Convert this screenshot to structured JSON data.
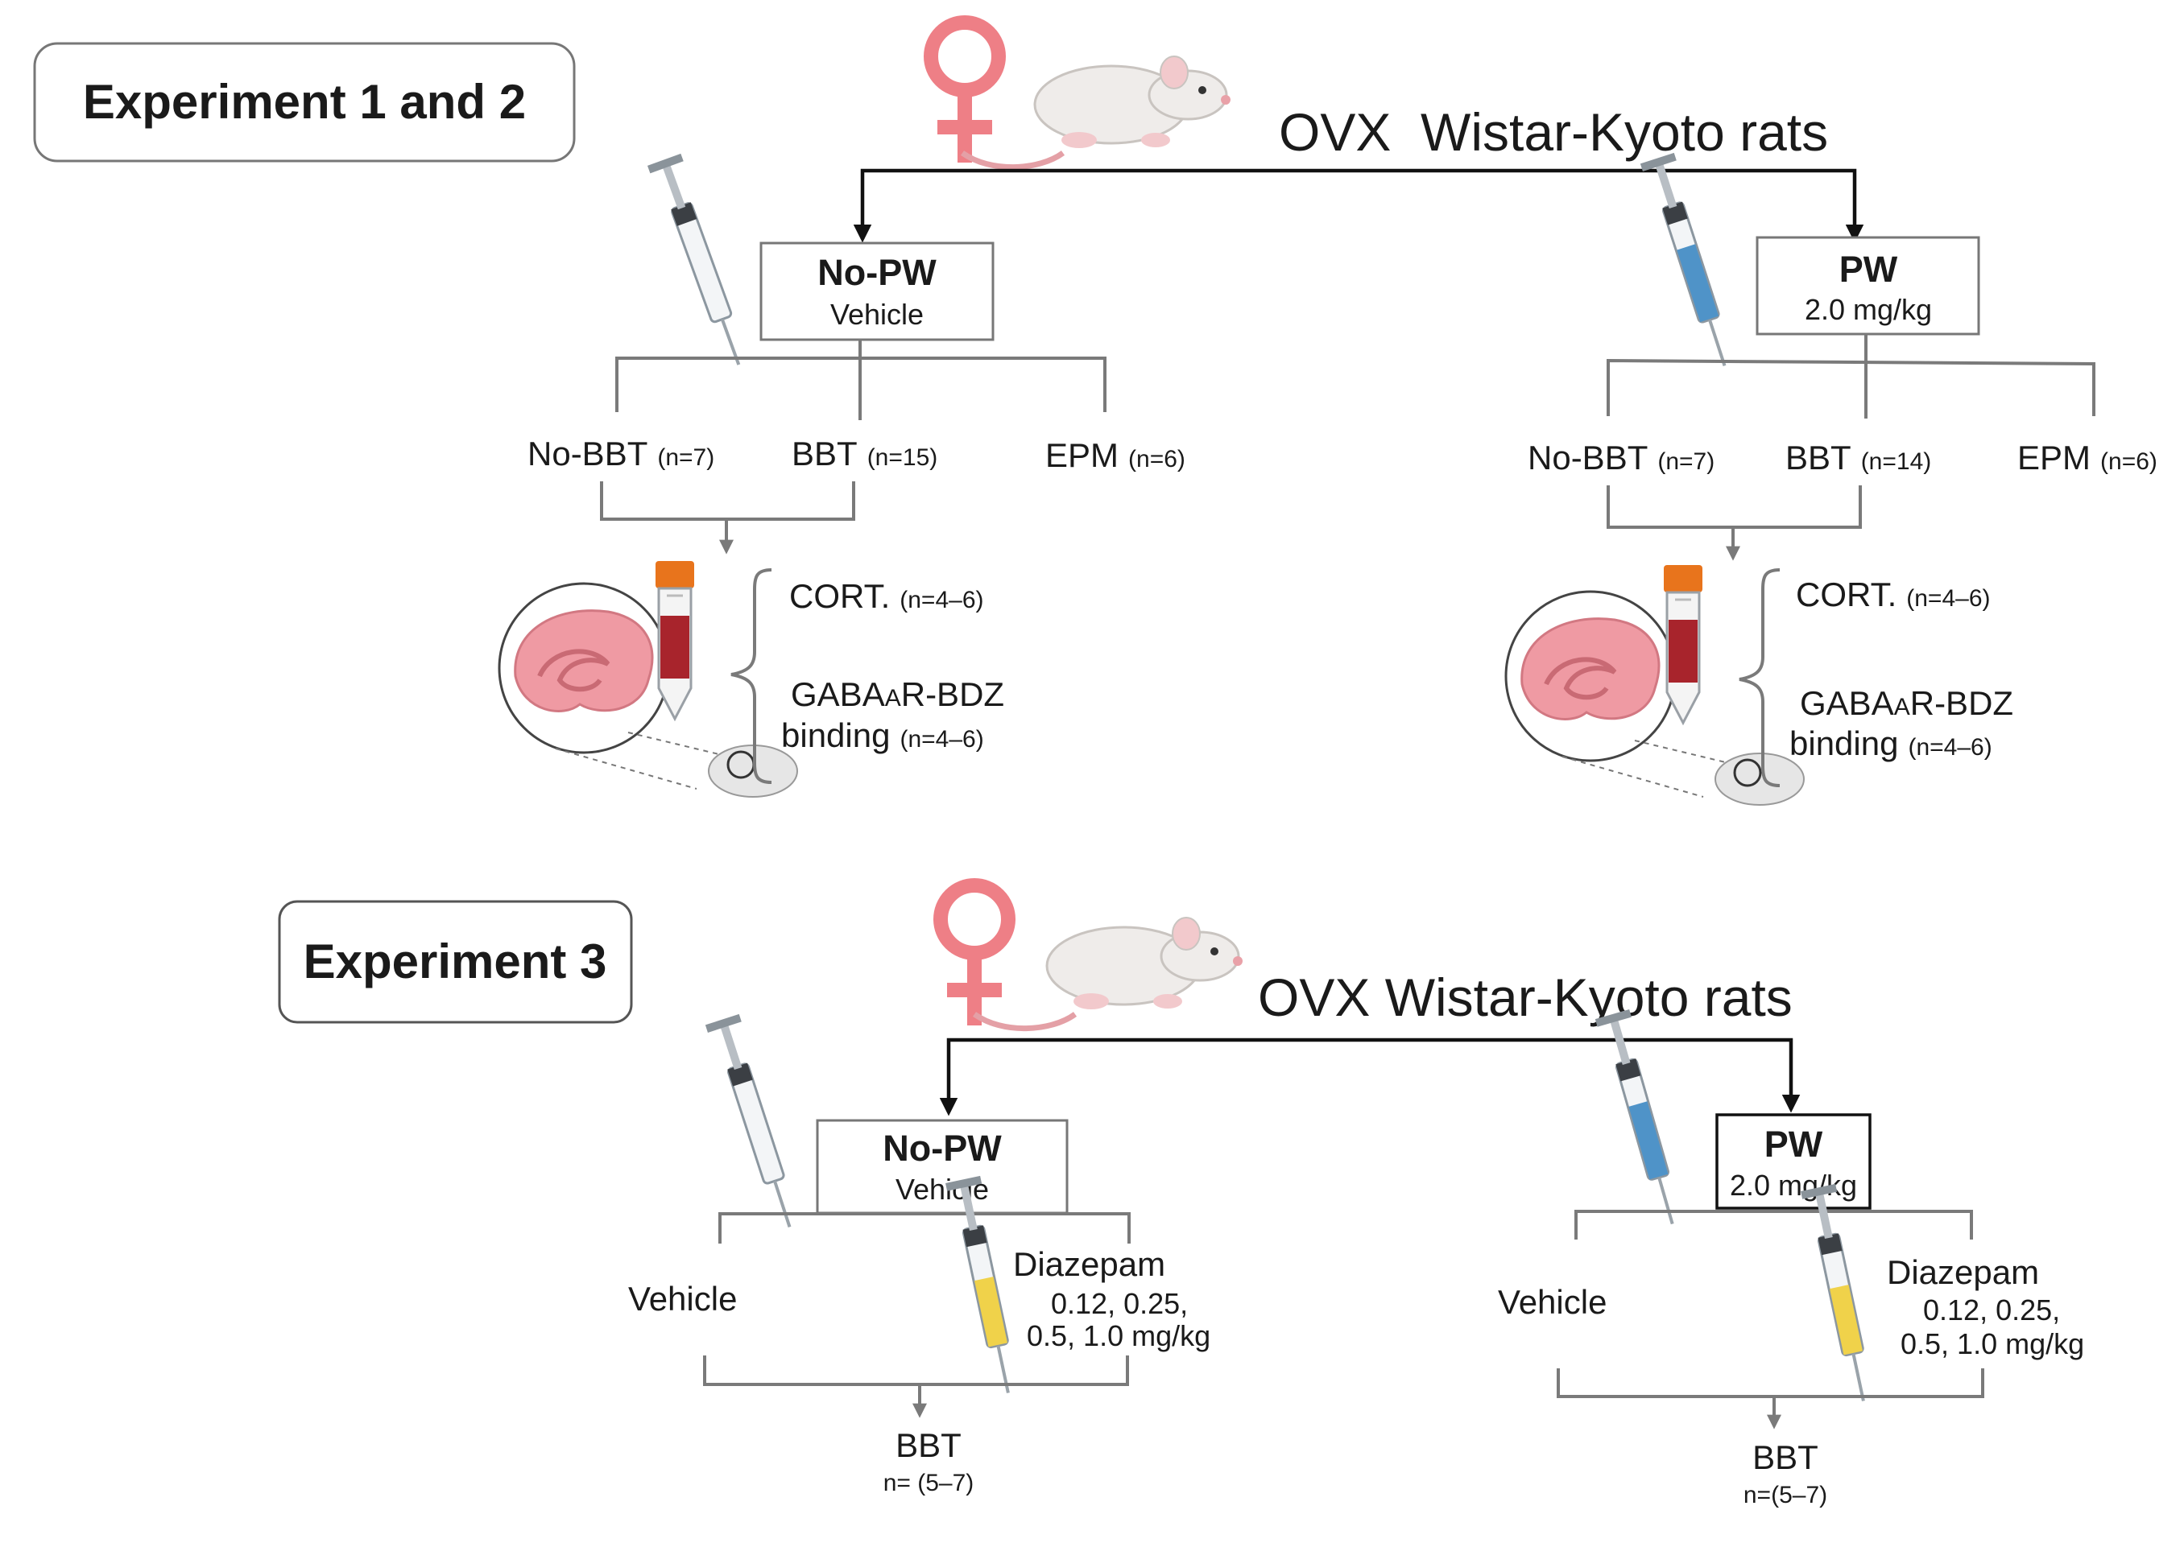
{
  "colors": {
    "female_symbol": "#ee7f86",
    "brain": "#ef9aa3",
    "blood": "#a8242c",
    "cap": "#e8741c",
    "syringe_blue": "#4f93c8",
    "syringe_yellow": "#f0d24a"
  },
  "icons": [
    "female-symbol-icon",
    "rat-icon",
    "syringe-icon",
    "blood-tube-icon",
    "brain-hippocampus-icon"
  ],
  "experiment12": {
    "title": "Experiment 1 and 2",
    "rats": "OVX  Wistar-Kyoto rats",
    "left": {
      "group": "No-PW",
      "group_sub": "Vehicle",
      "b1": "No-BBT",
      "b1n": "(n=7)",
      "b2": "BBT",
      "b2n": "(n=15)",
      "b3": "EPM",
      "b3n": "(n=6)",
      "cort": "CORT.",
      "cortn": "(n=4–6)",
      "gaba_pre": "GABA",
      "gaba_sub": "A",
      "gaba_post": "R-BDZ",
      "binding": "binding",
      "bindingn": "(n=4–6)"
    },
    "right": {
      "group": "PW",
      "group_sub": "2.0 mg/kg",
      "b1": "No-BBT",
      "b1n": "(n=7)",
      "b2": "BBT",
      "b2n": "(n=14)",
      "b3": "EPM",
      "b3n": "(n=6)",
      "cort": "CORT.",
      "cortn": "(n=4–6)",
      "gaba_pre": "GABA",
      "gaba_sub": "A",
      "gaba_post": "R-BDZ",
      "binding": "binding",
      "bindingn": "(n=4–6)"
    }
  },
  "experiment3": {
    "title": "Experiment 3",
    "rats": "OVX Wistar-Kyoto rats",
    "left": {
      "group": "No-PW",
      "group_sub": "Vehicle",
      "vehicle": "Vehicle",
      "diazepam": "Diazepam",
      "dose1": "0.12, 0.25,",
      "dose2": "0.5, 1.0 mg/kg",
      "bbt": "BBT",
      "bbtn": "n= (5–7)"
    },
    "right": {
      "group": "PW",
      "group_sub": "2.0 mg/kg",
      "vehicle": "Vehicle",
      "diazepam": "Diazepam",
      "dose1": "0.12, 0.25,",
      "dose2": "0.5, 1.0 mg/kg",
      "bbt": "BBT",
      "bbtn": "n=(5–7)"
    }
  }
}
